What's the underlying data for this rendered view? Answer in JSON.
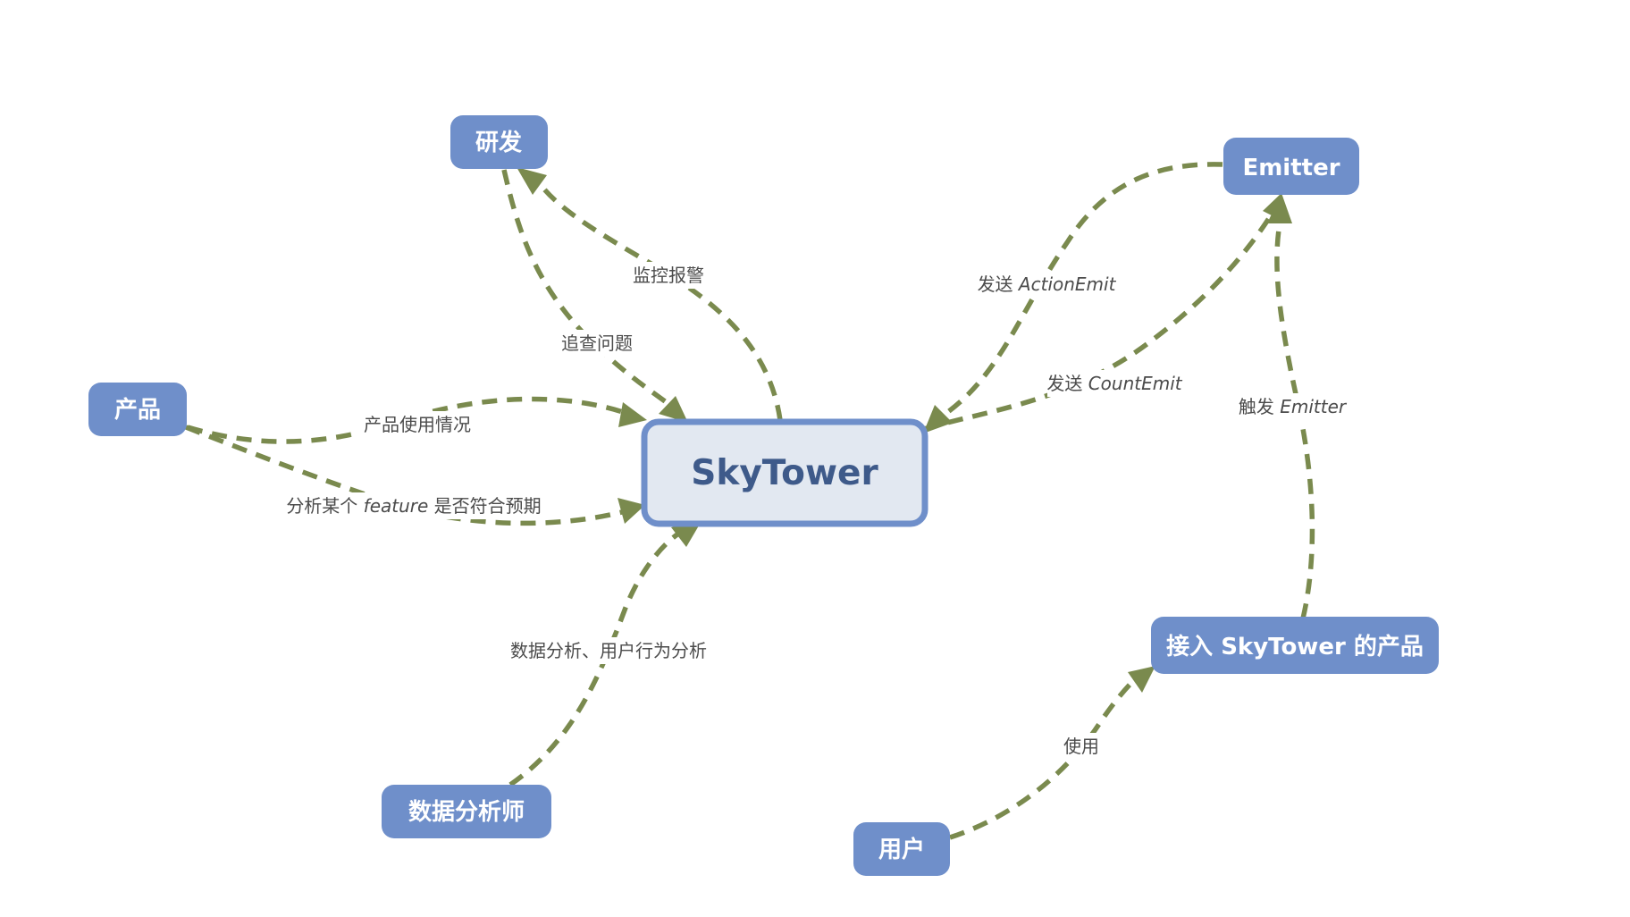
{
  "diagram": {
    "center": {
      "label": "SkyTower"
    },
    "nodes": {
      "rd": "研发",
      "emitter": "Emitter",
      "product": "产品",
      "analyst": "数据分析师",
      "user": "用户",
      "integrated_product": "接入 SkyTower 的产品"
    },
    "edges": {
      "monitor_alert": "监控报警",
      "trace_issue": "追查问题",
      "product_usage": "产品使用情况",
      "analyze_feature_prefix": "分析某个 ",
      "analyze_feature_italic": "feature",
      "analyze_feature_suffix": " 是否符合预期",
      "data_analysis": "数据分析、用户行为分析",
      "send_action_prefix": "发送 ",
      "send_action_italic": "ActionEmit",
      "send_count_prefix": "发送 ",
      "send_count_italic": "CountEmit",
      "trigger_prefix": "触发 ",
      "trigger_italic": "Emitter",
      "use": "使用"
    },
    "colors": {
      "node_fill": "#6f8fca",
      "center_fill": "#e2e8f1",
      "center_text": "#3e5a8a",
      "edge": "#7a8a4e"
    }
  }
}
